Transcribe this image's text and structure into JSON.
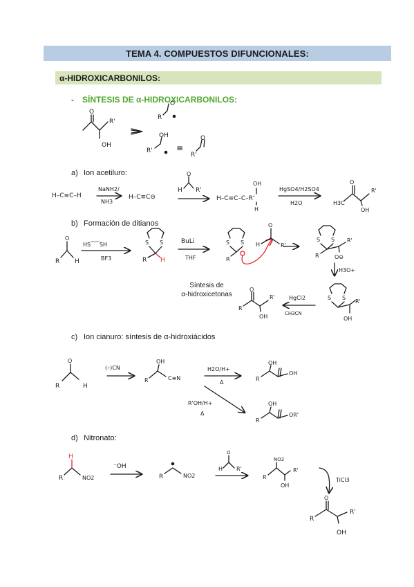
{
  "doc": {
    "title": "TEMA 4. COMPUESTOS DIFUNCIONALES:",
    "section": "α-HIDROXICARBONILOS:",
    "subsection_bullet": "-",
    "subsection": "SÍNTESIS DE α-HIDROXICARBONILOS:",
    "items": {
      "a": {
        "letter": "a)",
        "label": "Ion acetiluro:"
      },
      "b": {
        "letter": "b)",
        "label": "Formación de ditianos"
      },
      "c": {
        "letter": "c)",
        "label": "Ion cianuro: síntesis de α-hidroxiácidos"
      },
      "d": {
        "letter": "d)",
        "label": "Nitronato:"
      }
    },
    "caption_b": {
      "line1": "Síntesis de",
      "line2": "α-hidroxicetonas"
    }
  },
  "handwritten": {
    "intro_R1": "R'",
    "intro_OH": "OH",
    "intro_R_top": "R",
    "intro_R1_bottom": "R'",
    "intro_OH_bottom": "OH",
    "a_start": "H–C≡C–H",
    "a_reag_top": "NaNH2/",
    "a_reag_bottom": "NH3",
    "a_anion": "H–C≡C⊖",
    "a_ald_H": "H",
    "a_ald_R": "R'",
    "a_propargyl": "H–C≡C–C–R'",
    "a_prop_OH": "OH",
    "a_prop_H": "H",
    "a_reag2_top": "HgSO4/H2SO4",
    "a_reag2_bottom": "H2O",
    "a_prod_H3C": "H3C",
    "a_prod_R1": "R'",
    "a_prod_OH": "OH",
    "b_ald_R": "R",
    "b_ald_H": "H",
    "b_reag_top": "HS⁀⁀SH",
    "b_reag_bottom": "BF3",
    "b_dith_R": "R",
    "b_dith_H": "H",
    "b_reag2_top": "BuLi",
    "b_reag2_bottom": "THF",
    "b_anion_R": "R",
    "b_ald2_H": "H",
    "b_ald2_R": "R'",
    "b_adduct_R": "R",
    "b_adduct_R1": "R'",
    "b_adduct_O": "O⊖",
    "b_h3o": "H3O+",
    "b_alc_OH": "OH",
    "b_alc_R1": "R'",
    "b_reag3_top": "HgCl2",
    "b_reag3_bottom": "CH3CN",
    "b_prod_R": "R",
    "b_prod_R1": "R'",
    "b_prod_OH": "OH",
    "S": "S",
    "c_ald_R": "R",
    "c_ald_H": "H",
    "c_reag": "(–)CN",
    "c_cyan_R": "R",
    "c_cyan_OH": "OH",
    "c_cyan_CN": "C≡N",
    "c_reag2_top": "H2O/H+",
    "c_reag2_bottom": "Δ",
    "c_acid_R": "R",
    "c_acid_OH": "OH",
    "c_acid_OH2": "OH",
    "c_reag3_top": "R'OH/H+",
    "c_reag3_bottom": "Δ",
    "c_ester_R": "R",
    "c_ester_OH": "OH",
    "c_ester_OR": "OR'",
    "d_R": "R",
    "d_NO2": "NO2",
    "d_H": "H",
    "d_reag": "⁻OH",
    "d_anion_R": "R",
    "d_anion_NO2": "NO2",
    "d_ald_H": "H",
    "d_ald_R": "R'",
    "d_add_R": "R",
    "d_add_NO2": "NO2",
    "d_add_R1": "R'",
    "d_add_OH": "OH",
    "d_reag2": "TiCl3",
    "d_prod_R": "R",
    "d_prod_R1": "R'",
    "d_prod_OH": "OH"
  },
  "colors": {
    "title_bg": "#b8cce4",
    "section_bg": "#d8e4bc",
    "subsection_text": "#4ea72e",
    "highlight_red": "#e0282e"
  }
}
